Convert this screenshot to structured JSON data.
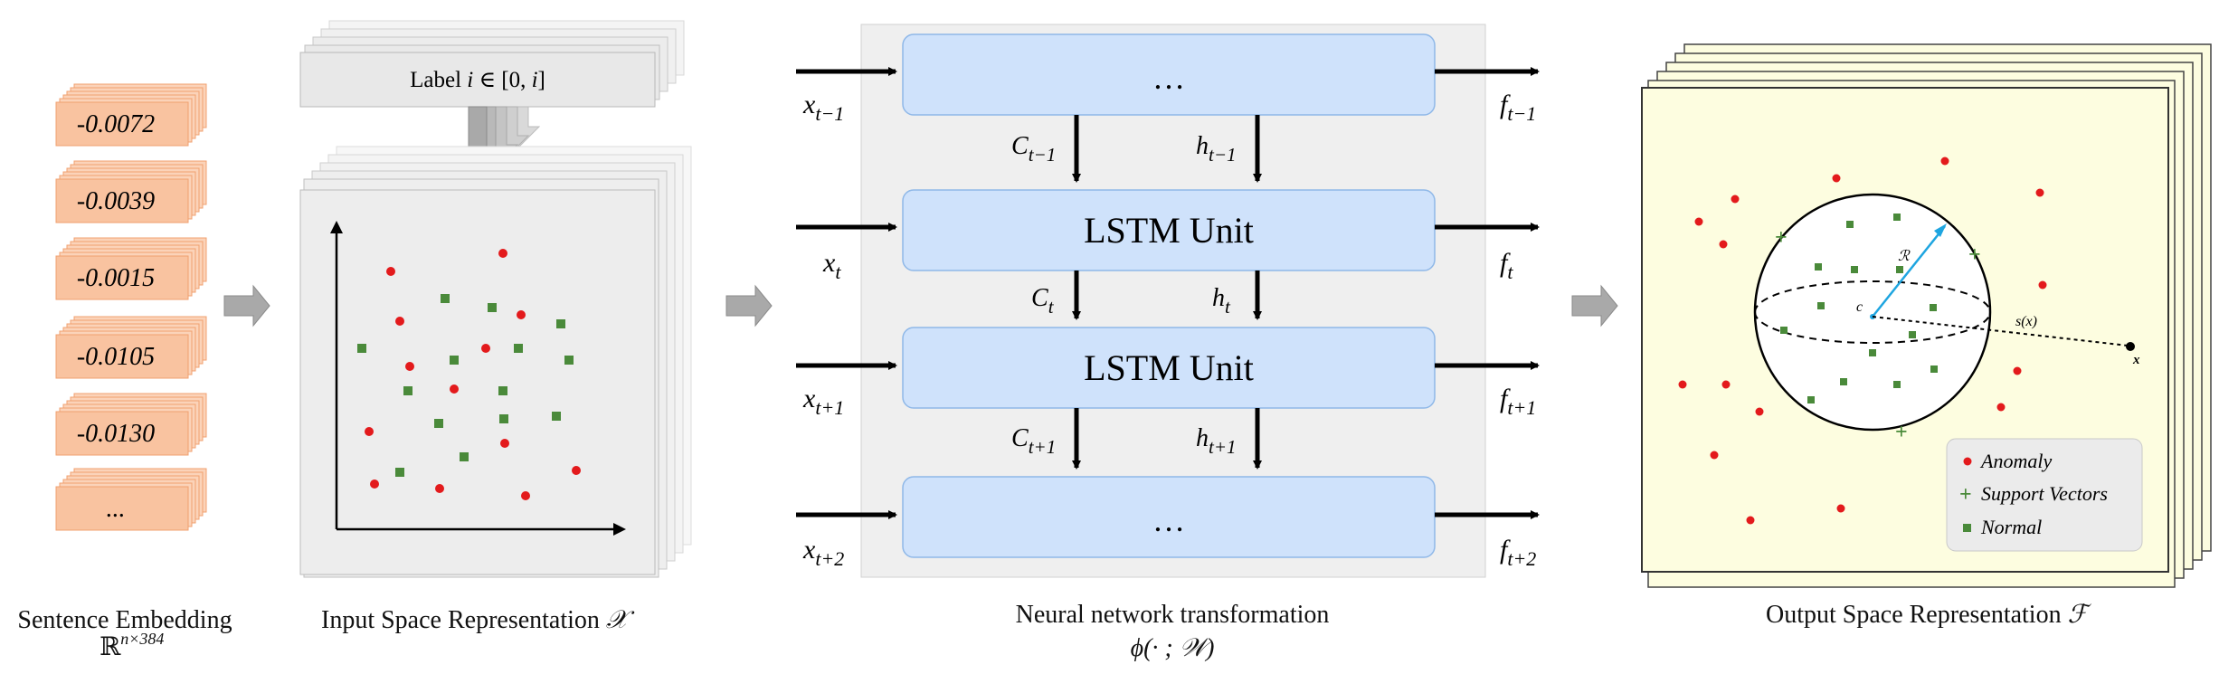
{
  "embedding": {
    "values": [
      "-0.0072",
      "-0.0039",
      "-0.0015",
      "-0.0105",
      "-0.0130",
      "..."
    ],
    "caption": "Sentence Embedding",
    "caption_math": "ℝ",
    "caption_sup": "n×384",
    "color_front": "#f9c3a0",
    "color_stroke": "#f0a070"
  },
  "input_space": {
    "label_prefix": "Label ",
    "label_var": "i",
    "label_suffix": " ∈ [0, ",
    "label_var2": "i",
    "label_close": "]",
    "caption": "Input Space Representation ",
    "caption_symbol": "𝒳"
  },
  "network": {
    "top_dots": "…",
    "bottom_dots": "…",
    "unit1": "LSTM Unit",
    "unit2": "LSTM Unit",
    "inputs": [
      {
        "base": "x",
        "sub": "t−1"
      },
      {
        "base": "x",
        "sub": "t"
      },
      {
        "base": "x",
        "sub": "t+1"
      },
      {
        "base": "x",
        "sub": "t+2"
      }
    ],
    "outputs": [
      {
        "base": "f",
        "sub": "t−1"
      },
      {
        "base": "f",
        "sub": "t"
      },
      {
        "base": "f",
        "sub": "t+1"
      },
      {
        "base": "f",
        "sub": "t+2"
      }
    ],
    "cells": [
      {
        "base": "C",
        "sub": "t−1"
      },
      {
        "base": "C",
        "sub": "t"
      },
      {
        "base": "C",
        "sub": "t+1"
      }
    ],
    "hiddens": [
      {
        "base": "h",
        "sub": "t−1"
      },
      {
        "base": "h",
        "sub": "t"
      },
      {
        "base": "h",
        "sub": "t+1"
      }
    ],
    "caption": "Neural network transformation",
    "caption_formula": "ϕ(· ; 𝒲)",
    "box_fill": "#cfe2fb",
    "box_stroke": "#8fb8e8"
  },
  "output_space": {
    "caption": "Output Space Representation ",
    "caption_symbol": "ℱ",
    "radius_label": "ℛ",
    "center_label": "c",
    "score_label": "s(x)",
    "point_label": "x",
    "legend": [
      "Anomaly",
      "Support Vectors",
      "Normal"
    ],
    "panel_fill": "#fdfde0",
    "anomaly_color": "#e31a1c",
    "normal_color": "#4a8a3a",
    "radius_color": "#1ea5e0"
  }
}
